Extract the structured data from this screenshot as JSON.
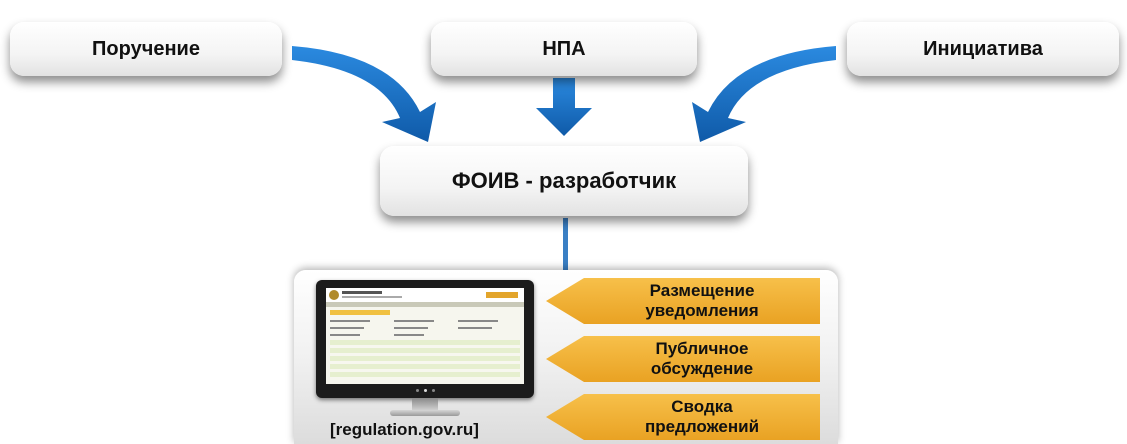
{
  "sources": [
    {
      "label": "Поручение"
    },
    {
      "label": "НПА"
    },
    {
      "label": "Инициатива"
    }
  ],
  "developer": {
    "label": "ФОИВ - разработчик"
  },
  "portal": {
    "url": "[regulation.gov.ru]"
  },
  "stages": [
    {
      "label": "Размещение\nуведомления"
    },
    {
      "label": "Публичное\nобсуждение"
    },
    {
      "label": "Сводка\nпредложений"
    }
  ],
  "colors": {
    "arrow_blue": "#1a72c4",
    "tag_orange": "#f0b035",
    "connector": "#3a7fc4"
  }
}
